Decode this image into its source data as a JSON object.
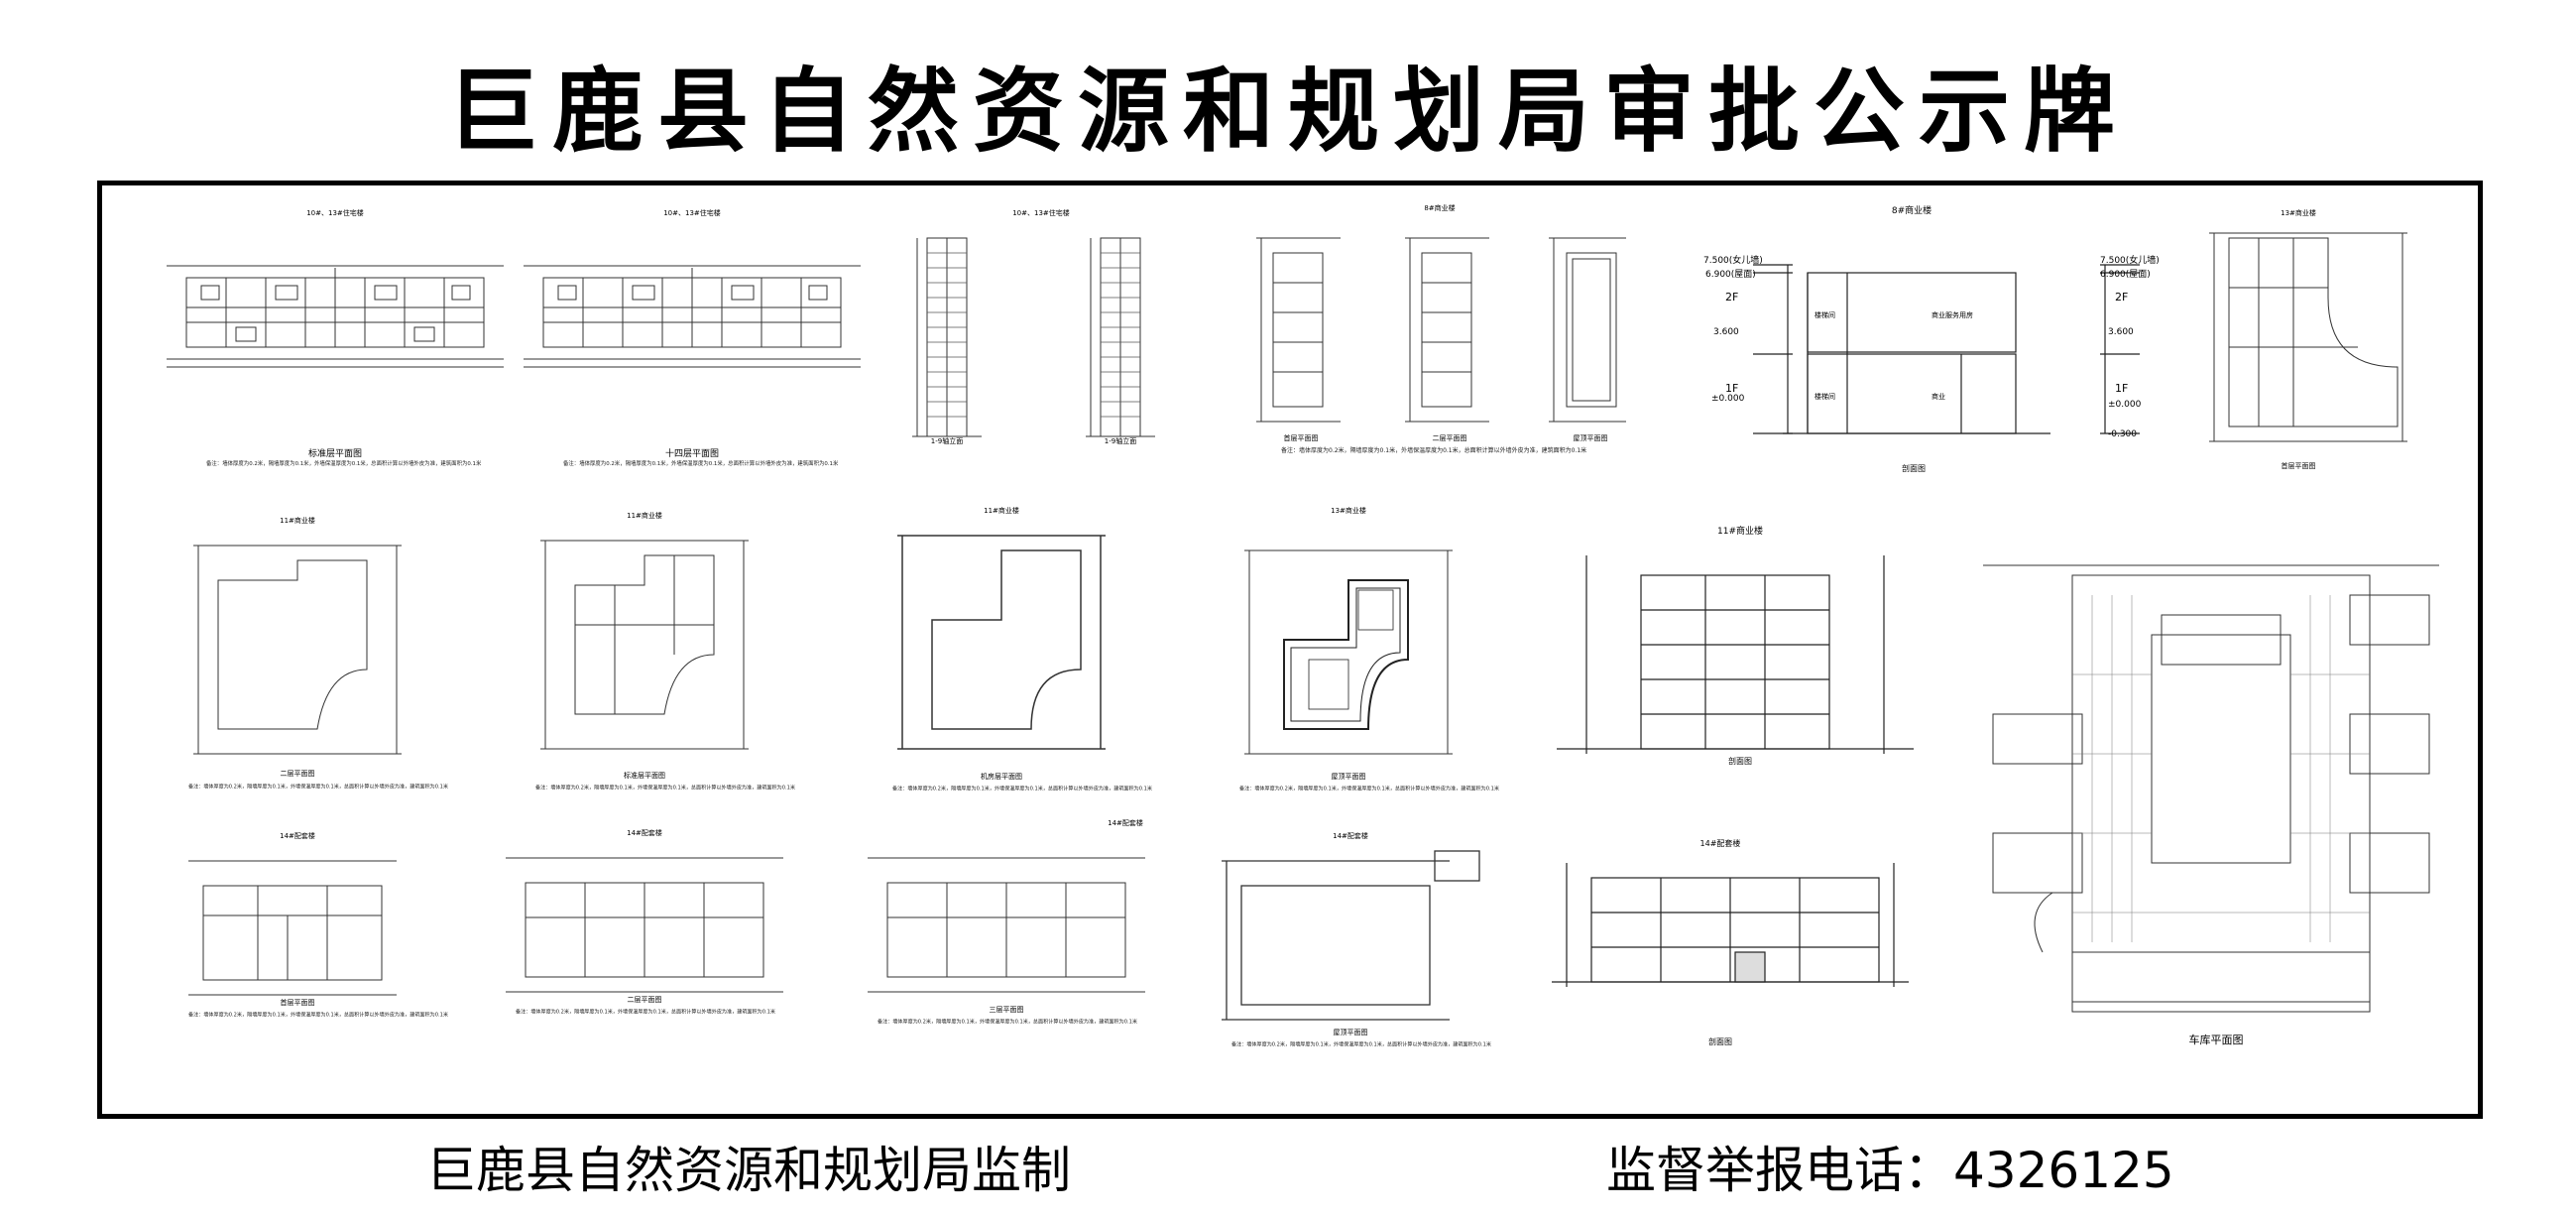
{
  "header": {
    "title": "巨鹿县自然资源和规划局审批公示牌"
  },
  "footer": {
    "supervisor": "巨鹿县自然资源和规划局监制",
    "hotline": "监督举报电话：4326125"
  },
  "drawings": {
    "d1_title": "10#、13#住宅楼",
    "d1_caption": "标准层平面图",
    "d2_title": "10#、13#住宅楼",
    "d2_caption": "十四层平面图",
    "d3_title": "10#、13#住宅楼",
    "d3_left": "1-9轴立面",
    "d3_right": "1-9轴立面",
    "d4_title": "8#商业楼",
    "d4_cap_a": "首层平面图",
    "d4_cap_b": "二层平面图",
    "d4_cap_c": "屋顶平面图",
    "d5_title": "8#商业楼",
    "d5_caption": "剖面图",
    "d5_label_a": "商业服务用房",
    "d5_label_b": "商业",
    "d5_label_c": "楼梯间",
    "d5_label_d": "楼梯间",
    "d5_elev_1": "7.500(女儿墙)",
    "d5_elev_2": "6.900(屋面)",
    "d5_elev_3": "3.600",
    "d5_elev_4": "±0.000",
    "d5_elev_5": "-0.300",
    "d5_floor_2": "2F",
    "d5_floor_1": "1F",
    "d6_title": "13#商业楼",
    "d6_caption": "首层平面图",
    "d7_title": "11#商业楼",
    "d7_caption": "二层平面图",
    "d8_title": "11#商业楼",
    "d8_caption": "标准层平面图",
    "d9_title": "11#商业楼",
    "d9_caption": "机房层平面图",
    "d10_title": "13#商业楼",
    "d10_caption": "屋顶平面图",
    "d11_title": "11#商业楼",
    "d11_caption": "剖面图",
    "d12_caption": "车库平面图",
    "d13_title": "14#配套楼",
    "d13_caption": "首层平面图",
    "d14_title": "14#配套楼",
    "d14_caption": "二层平面图",
    "d15_title": "14#配套楼",
    "d15_caption": "三层平面图",
    "d16_title": "14#配套楼",
    "d16_caption": "屋顶平面图",
    "d17_title": "14#配套楼",
    "d17_caption": "剖面图",
    "note": "备注：墙体厚度为0.2米，隔墙厚度为0.1米，外墙保温厚度为0.1米，总面积计算以外墙外皮为准，建筑面积为0.1米"
  }
}
